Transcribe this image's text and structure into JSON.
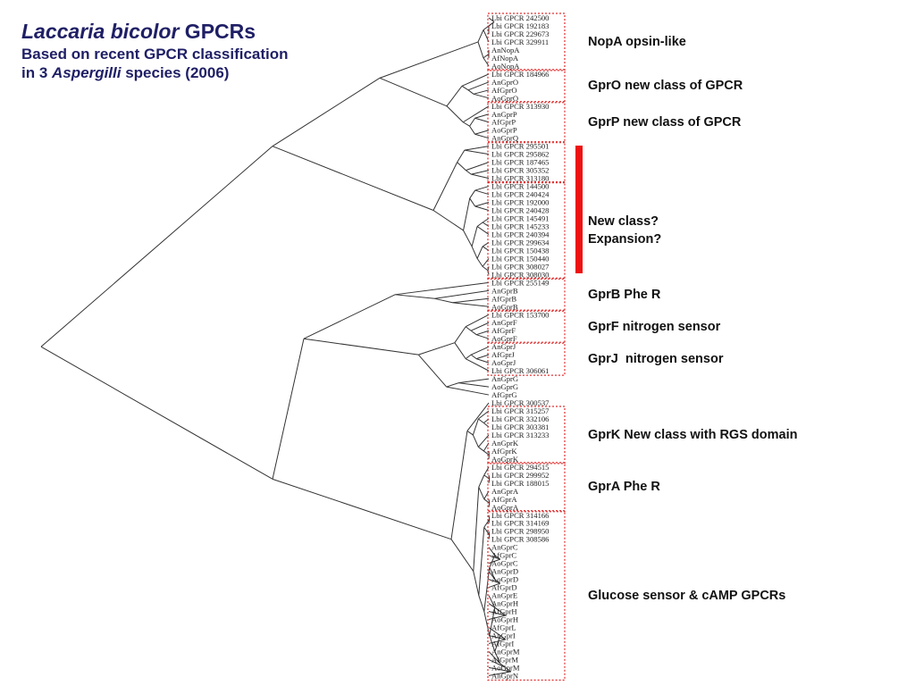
{
  "title": {
    "species_italic": "Laccaria bicolor",
    "suffix": " GPCRs",
    "sub1": "Based on recent GPCR classification",
    "sub2_prefix": "in 3 ",
    "sub2_italic": "Aspergilli",
    "sub2_suffix": " species (2006)"
  },
  "colors": {
    "title": "#1f1f66",
    "box_border": "#e03030",
    "highlight_bar": "#ee1111",
    "tree_line": "#333333"
  },
  "leaves": [
    "Lbi GPCR 242500",
    "Lbi GPCR 192183",
    "Lbi GPCR 229673",
    "Lbi GPCR 329911",
    "AnNopA",
    "AfNopA",
    "AoNopA",
    "Lbi GPCR 184966",
    "AnGprO",
    "AfGprO",
    "AoGprO",
    "Lbi GPCR 313930",
    "AnGprP",
    "AfGprP",
    "AoGprP",
    "AnGprQ",
    "Lbi GPCR 295501",
    "Lbi GPCR 295862",
    "Lbi GPCR 187465",
    "Lbi GPCR 305352",
    "Lbi GPCR 313180",
    "Lbi GPCR 144500",
    "Lbi GPCR 240424",
    "Lbi GPCR 192000",
    "Lbi GPCR 240428",
    "Lbi GPCR 145491",
    "Lbi GPCR 145233",
    "Lbi GPCR 240394",
    "Lbi GPCR 299634",
    "Lbi GPCR 150438",
    "Lbi GPCR 150440",
    "Lbi GPCR 308027",
    "Lbi GPCR 308030",
    "Lbi GPCR 255149",
    "AnGprB",
    "AfGprB",
    "AoGprB",
    "Lbi GPCR 153700",
    "AnGprF",
    "AfGprF",
    "AoGprF",
    "AnGprJ",
    "AfGprJ",
    "AoGprJ",
    "Lbi GPCR 306061",
    "AnGprG",
    "AoGprG",
    "AfGprG",
    "Lbi GPCR 300537",
    "Lbi GPCR 315257",
    "Lbi GPCR 332106",
    "Lbi GPCR 303381",
    "Lbi GPCR 313233",
    "AnGprK",
    "AfGprK",
    "AoGprK",
    "Lbi GPCR 294515",
    "Lbi GPCR 299952",
    "Lbi GPCR 188015",
    "AnGprA",
    "AfGprA",
    "AoGprA",
    "Lbi GPCR 314166",
    "Lbi GPCR 314169",
    "Lbi GPCR 298950",
    "Lbi GPCR 308586",
    "AnGprC",
    "AfGprC",
    "AoGprC",
    "AnGprD",
    "AoGprD",
    "AfGprD",
    "AnGprE",
    "AnGprH",
    "AfGprH",
    "AoGprH",
    "AfGprL",
    "AnGprI",
    "AfGprI",
    "AnGprM",
    "AfGprM",
    "AoGprM",
    "AnGprN"
  ],
  "groups": [
    {
      "label": "NopA opsin-like",
      "first": 0,
      "last": 6
    },
    {
      "label": "GprO new class of GPCR",
      "first": 7,
      "last": 10
    },
    {
      "label": "GprP new class of GPCR",
      "first": 11,
      "last": 15
    },
    {
      "label": "",
      "first": 16,
      "last": 20
    },
    {
      "label": "New class?\nExpansion?",
      "first": 21,
      "last": 32,
      "highlight": true
    },
    {
      "label": "GprB Phe R",
      "first": 33,
      "last": 36
    },
    {
      "label": "GprF nitrogen sensor",
      "first": 37,
      "last": 40
    },
    {
      "label": "GprJ  nitrogen sensor",
      "first": 41,
      "last": 44
    },
    {
      "label": "GprK New class with RGS domain",
      "first": 49,
      "last": 55
    },
    {
      "label": "GprA Phe R",
      "first": 56,
      "last": 61
    },
    {
      "label": "Glucose sensor & cAMP GPCRs",
      "first": 62,
      "last": 82
    }
  ],
  "tree": [
    "root",
    [
      "n1",
      [
        "n2",
        [
          "n3",
          [
            "c",
            [
              "c",
              [
                "c",
                0,
                1
              ],
              2
            ],
            3
          ],
          [
            "c",
            [
              "c",
              4,
              5
            ],
            6
          ]
        ],
        [
          "n4",
          [
            "c",
            7,
            [
              "c",
              8,
              [
                "c",
                9,
                10
              ]
            ]
          ],
          [
            "c",
            11,
            [
              "c",
              [
                "c",
                12,
                13
              ],
              [
                "c",
                14,
                15
              ]
            ]
          ]
        ]
      ],
      [
        "n5",
        [
          "c",
          [
            "c",
            16,
            17
          ],
          [
            "c",
            18,
            [
              "c",
              19,
              20
            ]
          ]
        ],
        [
          "c",
          [
            "c",
            [
              "c",
              21,
              22
            ],
            [
              "c",
              23,
              24
            ]
          ],
          [
            "c",
            [
              "c",
              [
                "c",
                25,
                26
              ],
              27
            ],
            [
              "c",
              [
                "c",
                28,
                29
              ],
              [
                "c",
                30,
                [
                  "c",
                  31,
                  32
                ]
              ]
            ]
          ]
        ]
      ]
    ],
    [
      "n6",
      [
        "n7",
        [
          "c",
          33,
          [
            "c",
            34,
            [
              "c",
              35,
              36
            ]
          ]
        ],
        [
          "c",
          [
            "c",
            [
              "c",
              37,
              [
                "c",
                38,
                [
                  "c",
                  39,
                  40
                ]
              ]
            ],
            [
              "c",
              [
                "c",
                41,
                [
                  "c",
                  42,
                  43
                ]
              ],
              44
            ]
          ],
          [
            "c",
            [
              "c",
              45,
              46
            ],
            47
          ]
        ]
      ],
      [
        "n8",
        [
          "c",
          48,
          [
            "c",
            [
              "c",
              49,
              [
                "c",
                50,
                51
              ]
            ],
            [
              "c",
              52,
              [
                "c",
                53,
                [
                  "c",
                  54,
                  55
                ]
              ]
            ]
          ]
        ],
        [
          "c",
          [
            "c",
            [
              "c",
              56,
              [
                "c",
                57,
                58
              ]
            ],
            [
              "c",
              59,
              [
                "c",
                60,
                61
              ]
            ]
          ],
          [
            "c",
            [
              "c",
              [
                "c",
                62,
                63
              ],
              [
                "c",
                64,
                65
              ]
            ],
            [
              "c",
              [
                "c",
                [
                  "c",
                  66,
                  [
                    "c",
                    67,
                    68
                  ]
                ],
                [
                  "c",
                  69,
                  [
                    "c",
                    70,
                    71
                  ]
                ]
              ],
              [
                "c",
                [
                  "c",
                  72,
                  [
                    "c",
                    73,
                    [
                      "c",
                      74,
                      75
                    ]
                  ]
                ],
                [
                  "c",
                  [
                    "c",
                    76,
                    [
                      "c",
                      77,
                      78
                    ]
                  ],
                  [
                    "c",
                    79,
                    [
                      "c",
                      80,
                      [
                        "c",
                        81,
                        82
                      ]
                    ]
                  ]
                ]
              ]
            ]
          ]
        ]
      ]
    ]
  ]
}
